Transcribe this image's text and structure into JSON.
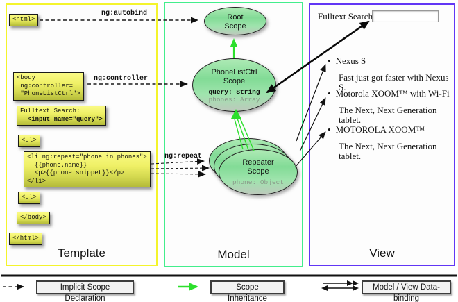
{
  "panels": {
    "template": {
      "label": "Template"
    },
    "model": {
      "label": "Model"
    },
    "view": {
      "label": "View"
    }
  },
  "template_panel": {
    "boxes": {
      "html_open": "<html>",
      "body_open": "<body\n ng:controller=\n \"PhoneListCtrl\">",
      "fulltext_label": "Fulltext Search:",
      "fulltext_input": "  <input name=\"query\">",
      "ul_open": "<ul>",
      "li_repeat": "<li ng:repeat=\"phone in phones\">\n  {{phone.name}}\n  <p>{{phone.snippet}}</p>\n</li>",
      "ul_close": "<ul>",
      "body_close": "</body>",
      "html_close": "</html>"
    },
    "arrow_labels": {
      "autobind": "ng:autobind",
      "controller": "ng:controller",
      "repeat": "ng:repeat"
    }
  },
  "model_panel": {
    "root_scope": {
      "title": "Root\nScope"
    },
    "phonelist_scope": {
      "title": "PhoneListCtrl\nScope",
      "prop_query": "query: String",
      "prop_phones": "phones: Array"
    },
    "repeater_scope": {
      "title": "Repeater\nScope",
      "prop_phone": "phone: Object"
    }
  },
  "view_panel": {
    "search_label": "Fulltext Search:",
    "search_value": "",
    "items": [
      {
        "bullet": "•",
        "title": "Nexus S",
        "snippet": "Fast just got faster with Nexus S."
      },
      {
        "bullet": "•",
        "title": "Motorola XOOM™ with Wi-Fi",
        "snippet": "The Next, Next Generation tablet."
      },
      {
        "bullet": "•",
        "title": "MOTOROLA XOOM™",
        "snippet": "The Next, Next Generation tablet."
      }
    ]
  },
  "legend": {
    "implicit": "Implicit Scope Declaration",
    "inheritance": "Scope Inheritance",
    "databinding": "Model / View Data-binding"
  },
  "colors": {
    "template_border": "#f4f42c",
    "model_border": "#43ee8c",
    "view_border": "#6236f5",
    "inheritance_green": "#2cdf2c",
    "code_box_top": "#fafa85",
    "code_box_bottom": "#b4bb39",
    "scope_fill_top": "#aeeab5",
    "scope_fill_bottom": "#bdc9bc"
  }
}
